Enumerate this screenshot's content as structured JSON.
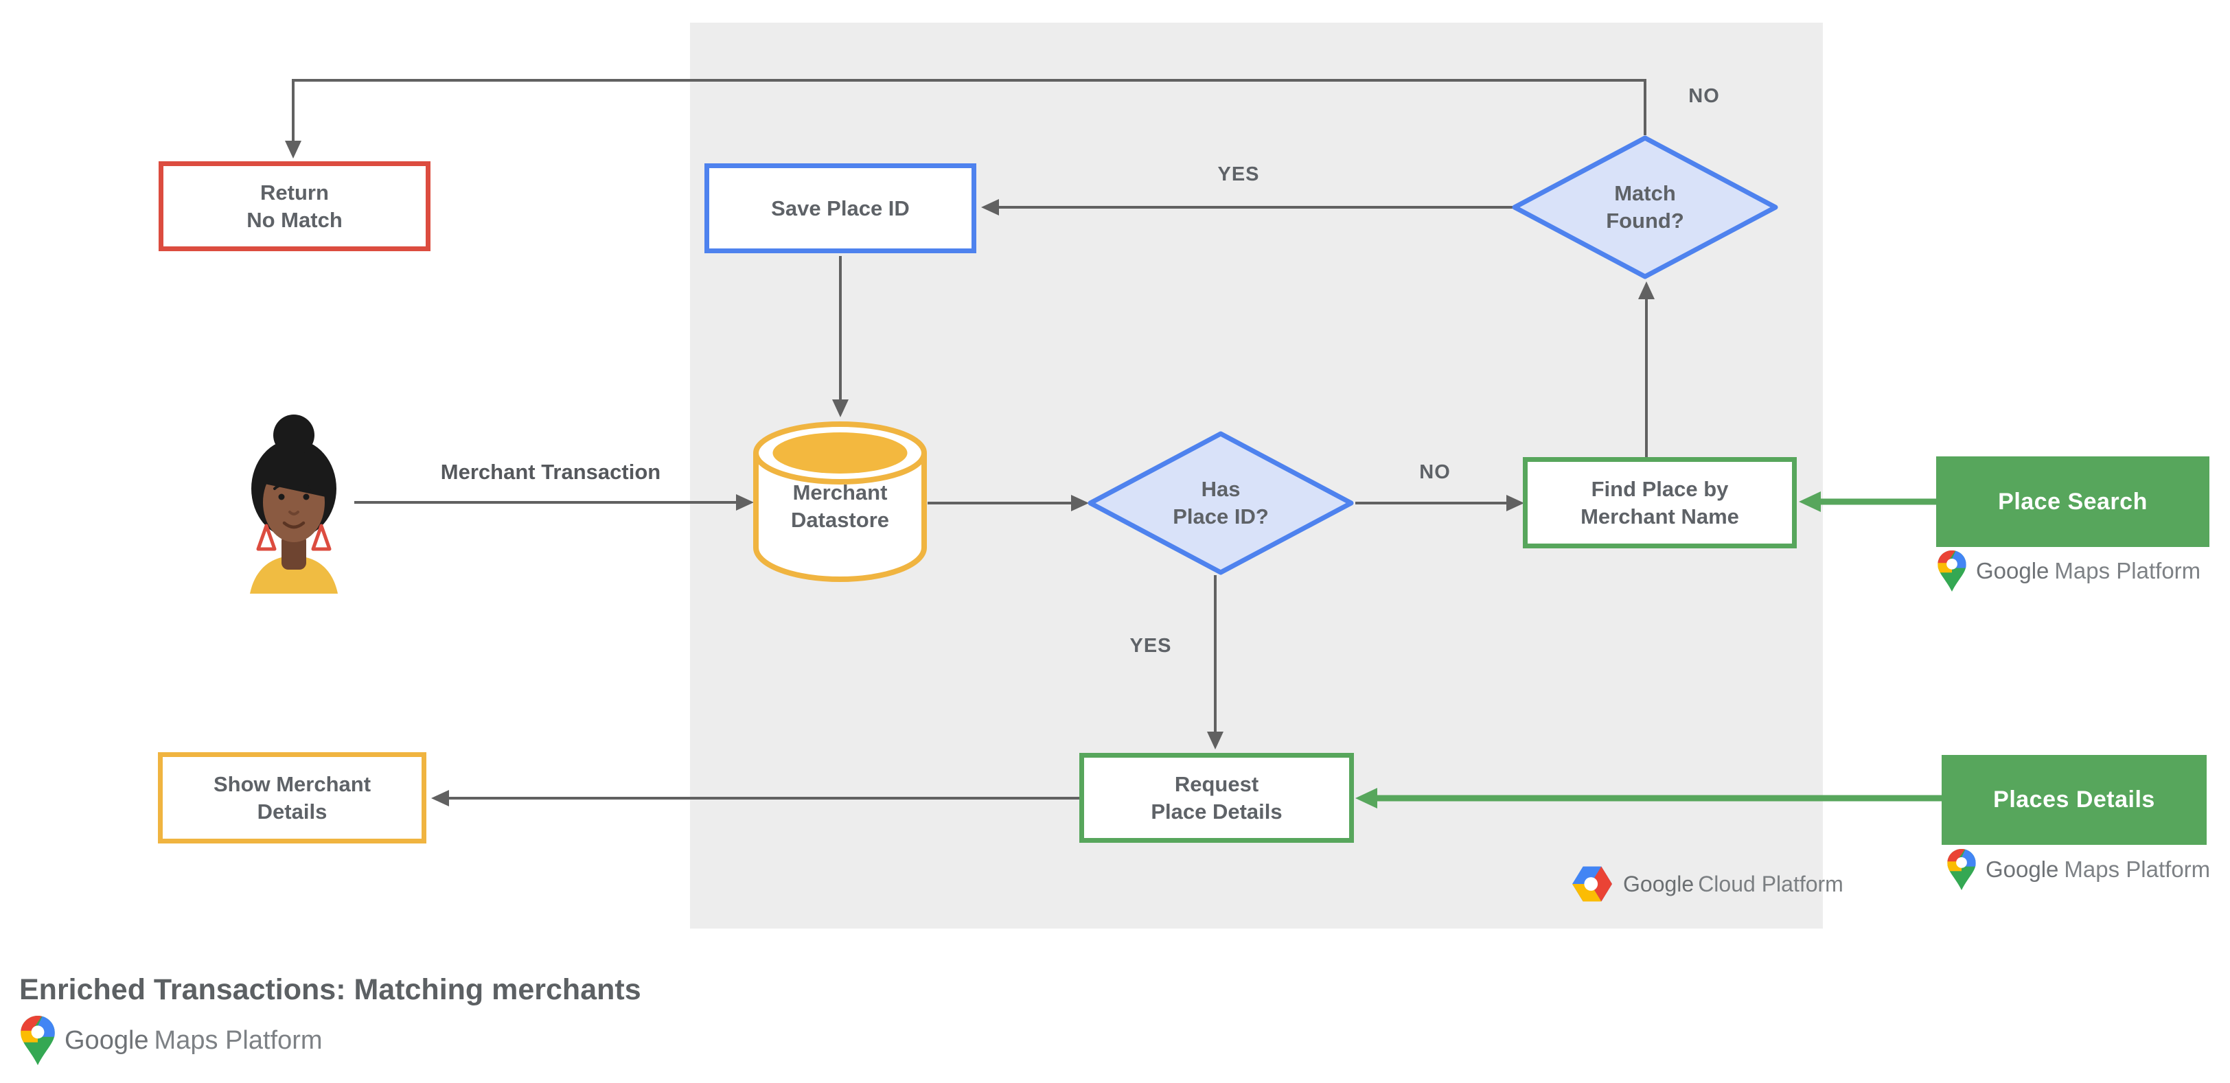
{
  "title": "Enriched Transactions: Matching merchants",
  "palette": {
    "red": "#DC4C3F",
    "blue": "#4E82EE",
    "blue_fill": "#D9E2F9",
    "green": "#57A65C",
    "yellow": "#F0B440",
    "panel_gray": "#EDEDED",
    "arrow_gray": "#616161",
    "label_gray": "#5E6267"
  },
  "nodes": {
    "return_no_match": {
      "line1": "Return",
      "line2": "No Match"
    },
    "save_place_id": {
      "line1": "Save Place ID"
    },
    "match_found": {
      "line1": "Match",
      "line2": "Found?"
    },
    "merchant_datastore": {
      "line1": "Merchant",
      "line2": "Datastore"
    },
    "has_place_id": {
      "line1": "Has",
      "line2": "Place ID?"
    },
    "find_place": {
      "line1": "Find Place by",
      "line2": "Merchant Name"
    },
    "place_search": {
      "label": "Place Search"
    },
    "request_place_details": {
      "line1": "Request",
      "line2": "Place Details"
    },
    "places_details": {
      "label": "Places Details"
    },
    "show_merchant_details": {
      "line1": "Show Merchant",
      "line2": "Details"
    }
  },
  "edges": {
    "merchant_transaction": "Merchant Transaction",
    "match_found_no": "NO",
    "match_found_yes": "YES",
    "has_place_id_no": "NO",
    "has_place_id_yes": "YES"
  },
  "logos": {
    "google_maps_platform": {
      "brand": "Google",
      "suffix": "Maps Platform"
    },
    "google_cloud_platform": {
      "brand": "Google",
      "suffix": "Cloud Platform"
    }
  }
}
